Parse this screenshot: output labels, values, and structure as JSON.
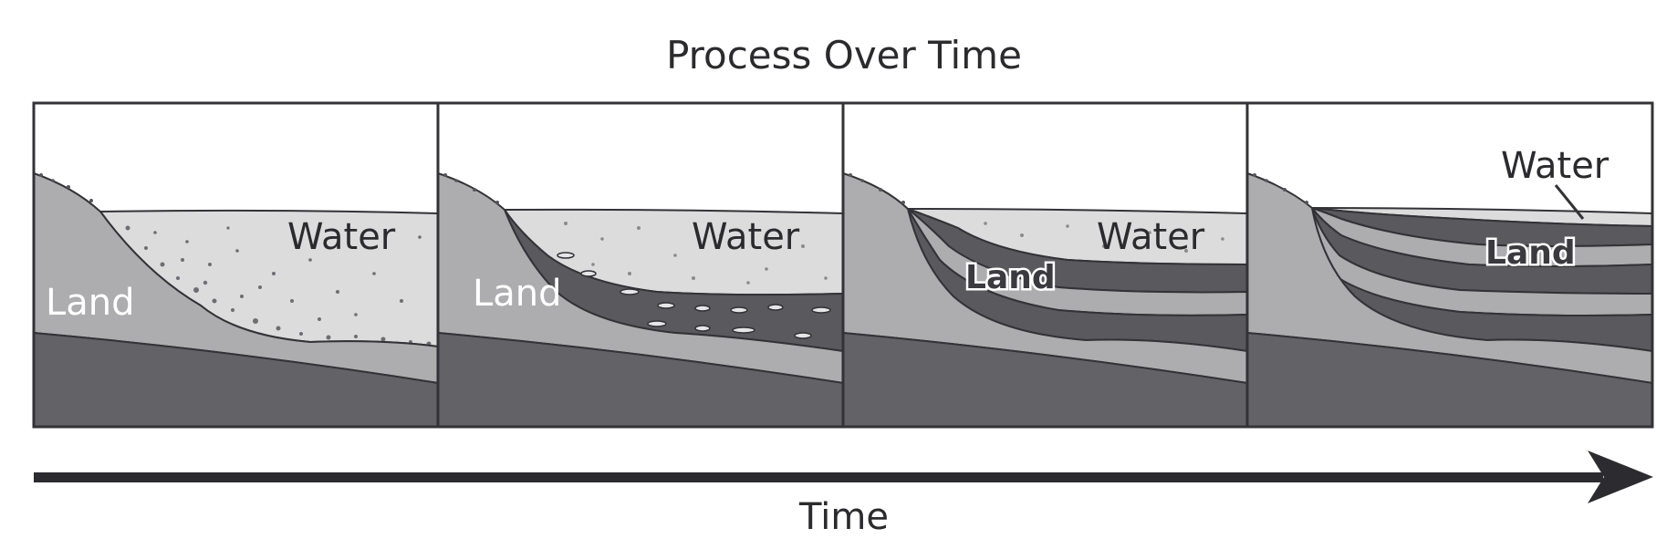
{
  "title": "Process Over Time",
  "time_label": "Time",
  "colors": {
    "background": "#ffffff",
    "water": "#dcdcdd",
    "land_light": "#adadaf",
    "rock_dark": "#636367",
    "layer_dark": "#5a5a5e",
    "outline": "#333337"
  },
  "panels": [
    {
      "labels": {
        "land": "Land",
        "water": "Water"
      }
    },
    {
      "labels": {
        "land": "Land",
        "water": "Water"
      }
    },
    {
      "labels": {
        "land": "Land",
        "water": "Water"
      }
    },
    {
      "labels": {
        "land": "Land",
        "water": "Water"
      }
    }
  ]
}
